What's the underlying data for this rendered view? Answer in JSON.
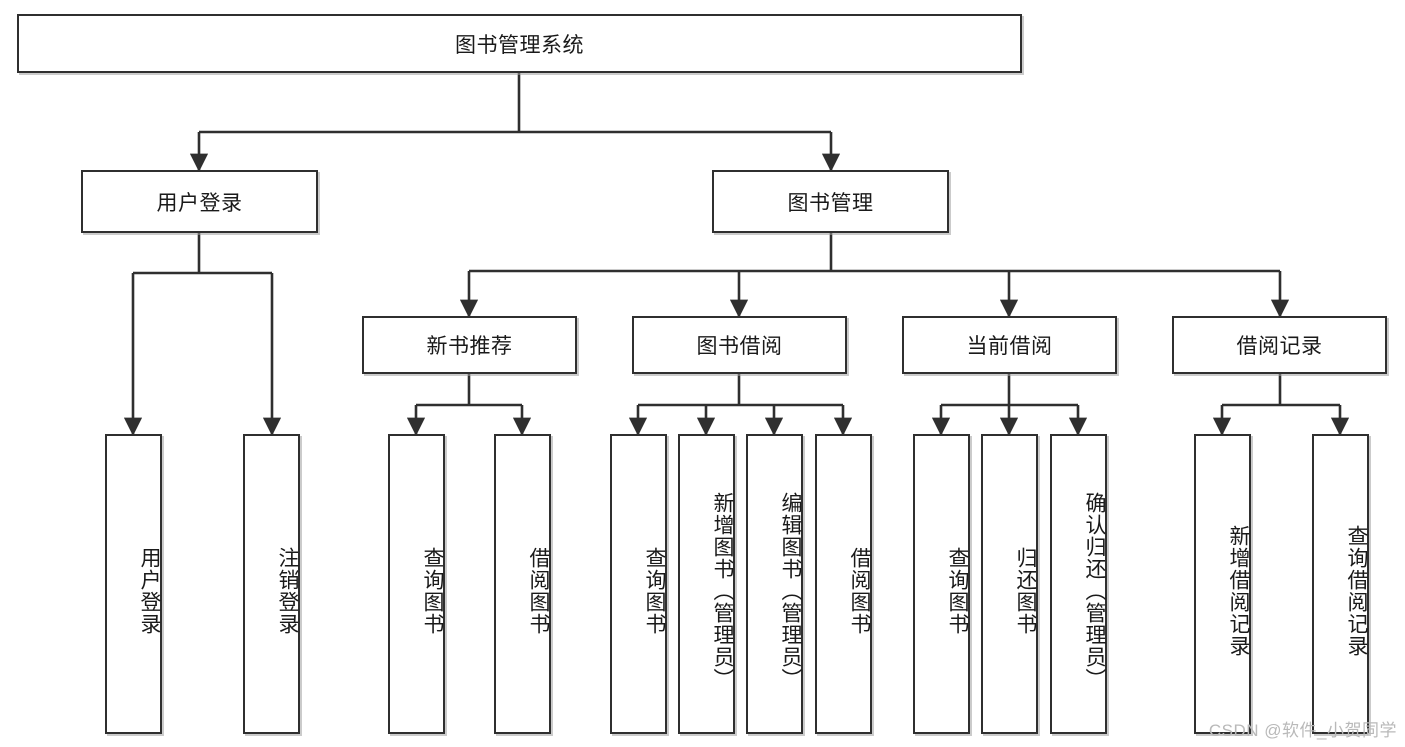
{
  "diagram": {
    "title": "图书管理系统",
    "type": "tree",
    "watermark": "CSDN @软件_小贺同学",
    "colors": {
      "box_border": "#2f2f2f",
      "box_fill": "#ffffff",
      "edge": "#2f2f2f",
      "text": "#1a1a1a",
      "watermark": "#b9b9b9",
      "background": "#ffffff"
    },
    "nodes": {
      "root": {
        "label": "图书管理系统"
      },
      "level2": [
        {
          "id": "user_login",
          "label": "用户登录"
        },
        {
          "id": "book_mgmt",
          "label": "图书管理"
        }
      ],
      "level3": [
        {
          "id": "new_book_rec",
          "label": "新书推荐",
          "parent": "book_mgmt"
        },
        {
          "id": "book_borrow",
          "label": "图书借阅",
          "parent": "book_mgmt"
        },
        {
          "id": "current_borrow",
          "label": "当前借阅",
          "parent": "book_mgmt"
        },
        {
          "id": "borrow_record",
          "label": "借阅记录",
          "parent": "book_mgmt"
        }
      ],
      "leaves": [
        {
          "id": "leaf_user_login",
          "label": "用户登录",
          "parent": "user_login"
        },
        {
          "id": "leaf_logout",
          "label": "注销登录",
          "parent": "user_login"
        },
        {
          "id": "leaf_query_book_1",
          "label": "查询图书",
          "parent": "new_book_rec"
        },
        {
          "id": "leaf_borrow_book_1",
          "label": "借阅图书",
          "parent": "new_book_rec"
        },
        {
          "id": "leaf_query_book_2",
          "label": "查询图书",
          "parent": "book_borrow"
        },
        {
          "id": "leaf_add_book",
          "label": "新增图书（管理员）",
          "parent": "book_borrow"
        },
        {
          "id": "leaf_edit_book",
          "label": "编辑图书（管理员）",
          "parent": "book_borrow"
        },
        {
          "id": "leaf_borrow_book_2",
          "label": "借阅图书",
          "parent": "book_borrow"
        },
        {
          "id": "leaf_query_book_3",
          "label": "查询图书",
          "parent": "current_borrow"
        },
        {
          "id": "leaf_return_book",
          "label": "归还图书",
          "parent": "current_borrow"
        },
        {
          "id": "leaf_confirm_return",
          "label": "确认归还（管理员）",
          "parent": "current_borrow"
        },
        {
          "id": "leaf_add_record",
          "label": "新增借阅记录",
          "parent": "borrow_record"
        },
        {
          "id": "leaf_query_record",
          "label": "查询借阅记录",
          "parent": "borrow_record"
        }
      ]
    }
  }
}
